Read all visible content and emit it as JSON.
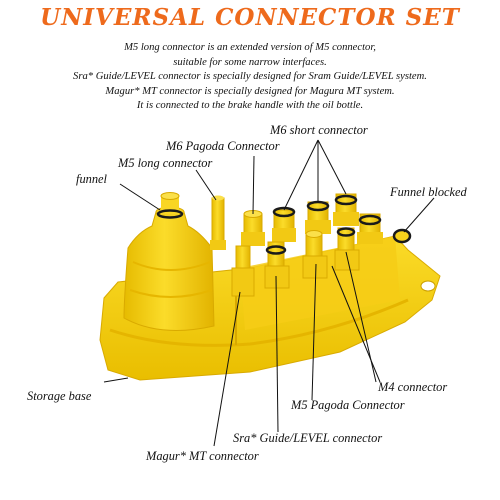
{
  "title": "UNIVERSAL CONNECTOR SET",
  "description": [
    "M5 long connector is an extended version of M5 connector,",
    "suitable for some narrow interfaces.",
    "Sra* Guide/LEVEL connector is specially designed for Sram Guide/LEVEL system.",
    "Magur* MT connector is specially designed for Magura MT system.",
    "It is connected to the brake handle with the oil bottle."
  ],
  "labels": {
    "m6_short": "M6 short connector",
    "m6_pagoda": "M6 Pagoda Connector",
    "m5_long": "M5 long connector",
    "funnel": "funnel",
    "funnel_blocked": "Funnel blocked",
    "storage_base": "Storage base",
    "m4": "M4 connector",
    "m5_pagoda": "M5 Pagoda Connector",
    "sra_guide": "Sra* Guide/LEVEL connector",
    "magur_mt": "Magur* MT connector"
  },
  "colors": {
    "title": "#ee6a1c",
    "product_yellow": "#f7d21c",
    "product_shade": "#e0b400",
    "product_dark": "#c99700",
    "oring": "#1a1a1a"
  }
}
